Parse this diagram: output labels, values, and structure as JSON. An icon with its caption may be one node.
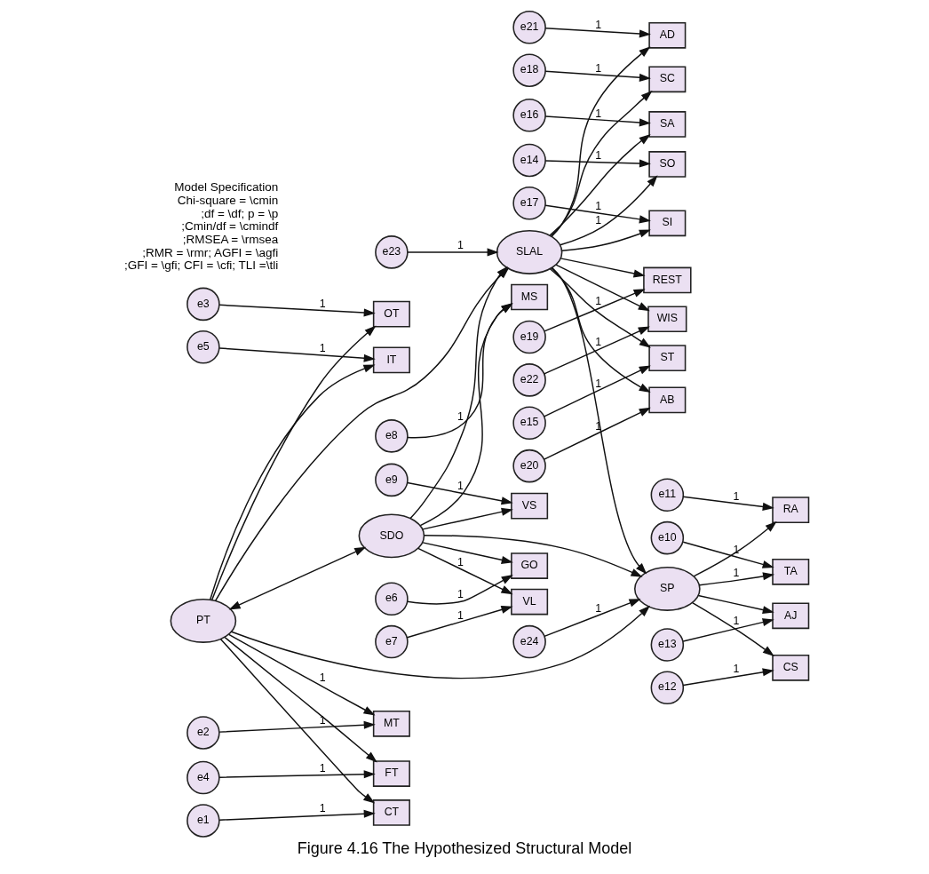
{
  "diagram": {
    "caption": "Figure 4.16 The Hypothesized Structural Model",
    "nodes": [
      {
        "text": [
          "e5"
        ]
      },
      {
        "text": [
          "IT"
        ]
      },
      {
        "text": [
          "e4"
        ]
      },
      {
        "text": [
          "FT"
        ]
      },
      {
        "text": [
          "e3"
        ]
      },
      {
        "text": [
          "OT"
        ]
      },
      {
        "text": [
          "e2"
        ]
      },
      {
        "text": [
          "MT"
        ]
      },
      {
        "text": [
          "e1"
        ]
      },
      {
        "text": [
          "CT"
        ]
      },
      {
        "text": [
          "PT"
        ]
      },
      {
        "text": [
          "e9"
        ]
      },
      {
        "text": [
          "VS"
        ]
      },
      {
        "text": [
          "e8"
        ]
      },
      {
        "text": [
          "MS"
        ]
      },
      {
        "text": [
          "e7"
        ]
      },
      {
        "text": [
          "VL"
        ]
      },
      {
        "text": [
          "e6"
        ]
      },
      {
        "text": [
          "GO"
        ]
      },
      {
        "text": [
          "SDO"
        ]
      },
      {
        "text": [
          "e23"
        ]
      },
      {
        "text": [
          "SLAL"
        ]
      },
      {
        "text": [
          "SO"
        ]
      },
      {
        "text": [
          "e14"
        ]
      },
      {
        "text": [
          "ST"
        ]
      },
      {
        "text": [
          "e15"
        ]
      },
      {
        "text": [
          "SA"
        ]
      },
      {
        "text": [
          "e16"
        ]
      },
      {
        "text": [
          "SI"
        ]
      },
      {
        "text": [
          "e17"
        ]
      },
      {
        "text": [
          "SC"
        ]
      },
      {
        "text": [
          "e18"
        ]
      },
      {
        "text": [
          "REST"
        ]
      },
      {
        "text": [
          "e19"
        ]
      },
      {
        "text": [
          "AB"
        ]
      },
      {
        "text": [
          "e20"
        ]
      },
      {
        "text": [
          "AD"
        ]
      },
      {
        "text": [
          "e21"
        ]
      },
      {
        "text": [
          "WIS"
        ]
      },
      {
        "text": [
          "e22"
        ]
      },
      {
        "text": [
          "SP"
        ]
      },
      {
        "text": [
          "e24"
        ]
      },
      {
        "text": [
          "TA"
        ]
      },
      {
        "text": [
          "e10"
        ]
      },
      {
        "text": [
          "RA"
        ]
      },
      {
        "text": [
          "e11"
        ]
      },
      {
        "text": [
          "CS"
        ]
      },
      {
        "text": [
          "e12"
        ]
      },
      {
        "text": [
          "AJ"
        ]
      },
      {
        "text": [
          "e13"
        ]
      }
    ],
    "edges": [
      {
        "from": 0,
        "to": 1,
        "arrow": "to",
        "label": "1"
      },
      {
        "from": 2,
        "to": 3,
        "arrow": "to",
        "label": "1"
      },
      {
        "from": 4,
        "to": 5,
        "arrow": "to",
        "label": "1"
      },
      {
        "from": 6,
        "to": 7,
        "arrow": "to",
        "label": "1"
      },
      {
        "from": 8,
        "to": 9,
        "arrow": "to",
        "label": "1"
      },
      {
        "from": 10,
        "to": 1,
        "arrow": "to"
      },
      {
        "from": 10,
        "to": 3,
        "arrow": "to"
      },
      {
        "from": 10,
        "to": 5,
        "arrow": "to"
      },
      {
        "from": 10,
        "to": 7,
        "arrow": "to",
        "label": "1"
      },
      {
        "from": 10,
        "to": 9,
        "arrow": "to"
      },
      {
        "from": 11,
        "to": 12,
        "arrow": "to",
        "label": "1"
      },
      {
        "from": 13,
        "to": 14,
        "arrow": "to",
        "label": "1"
      },
      {
        "from": 15,
        "to": 16,
        "arrow": "to",
        "label": "1"
      },
      {
        "from": 17,
        "to": 18,
        "arrow": "to",
        "label": "1"
      },
      {
        "from": 19,
        "to": 12,
        "arrow": "to"
      },
      {
        "from": 19,
        "to": 14,
        "arrow": "to"
      },
      {
        "from": 19,
        "to": 16,
        "arrow": "to",
        "label": "1"
      },
      {
        "from": 19,
        "to": 18,
        "arrow": "to"
      },
      {
        "from": 10,
        "to": 19,
        "arrow": "both"
      },
      {
        "from": 20,
        "to": 21,
        "arrow": "to",
        "label": "1"
      },
      {
        "from": 10,
        "to": 21,
        "arrow": "to"
      },
      {
        "from": 19,
        "to": 21,
        "arrow": "to"
      },
      {
        "from": 10,
        "to": 40,
        "arrow": "to"
      },
      {
        "from": 19,
        "to": 40,
        "arrow": "to"
      },
      {
        "from": 21,
        "to": 40,
        "arrow": "to"
      },
      {
        "from": 21,
        "to": 22,
        "arrow": "to",
        "label": "1"
      },
      {
        "from": 21,
        "to": 24,
        "arrow": "to"
      },
      {
        "from": 21,
        "to": 26,
        "arrow": "to"
      },
      {
        "from": 21,
        "to": 28,
        "arrow": "to"
      },
      {
        "from": 21,
        "to": 30,
        "arrow": "to"
      },
      {
        "from": 21,
        "to": 32,
        "arrow": "to"
      },
      {
        "from": 21,
        "to": 34,
        "arrow": "to"
      },
      {
        "from": 21,
        "to": 36,
        "arrow": "to"
      },
      {
        "from": 21,
        "to": 38,
        "arrow": "to"
      },
      {
        "from": 23,
        "to": 22,
        "arrow": "to",
        "label": "1"
      },
      {
        "from": 25,
        "to": 24,
        "arrow": "to",
        "label": "1"
      },
      {
        "from": 27,
        "to": 26,
        "arrow": "to",
        "label": "1"
      },
      {
        "from": 29,
        "to": 28,
        "arrow": "to",
        "label": "1"
      },
      {
        "from": 31,
        "to": 30,
        "arrow": "to",
        "label": "1"
      },
      {
        "from": 33,
        "to": 32,
        "arrow": "to",
        "label": "1"
      },
      {
        "from": 35,
        "to": 34,
        "arrow": "to",
        "label": "1"
      },
      {
        "from": 37,
        "to": 36,
        "arrow": "to",
        "label": "1"
      },
      {
        "from": 39,
        "to": 38,
        "arrow": "to",
        "label": "1"
      },
      {
        "from": 41,
        "to": 40,
        "arrow": "to",
        "label": "1"
      },
      {
        "from": 40,
        "to": 42,
        "arrow": "to",
        "label": "1"
      },
      {
        "from": 40,
        "to": 44,
        "arrow": "to"
      },
      {
        "from": 40,
        "to": 46,
        "arrow": "to"
      },
      {
        "from": 40,
        "to": 48,
        "arrow": "to"
      },
      {
        "from": 43,
        "to": 42,
        "arrow": "to",
        "label": "1"
      },
      {
        "from": 45,
        "to": 44,
        "arrow": "to",
        "label": "1"
      },
      {
        "from": 47,
        "to": 46,
        "arrow": "to",
        "label": "1"
      },
      {
        "from": 49,
        "to": 48,
        "arrow": "to",
        "label": "1"
      }
    ],
    "labels": [
      "Model Specification",
      "Chi-square = \\cmin",
      ";df = \\df; p = \\p",
      ";Cmin/df = \\cmindf",
      ";RMSEA = \\rmsea",
      ";RMR = \\rmr; AGFI = \\agfi",
      ";GFI = \\gfi; CFI = \\cfi; TLI =\\tli"
    ]
  }
}
